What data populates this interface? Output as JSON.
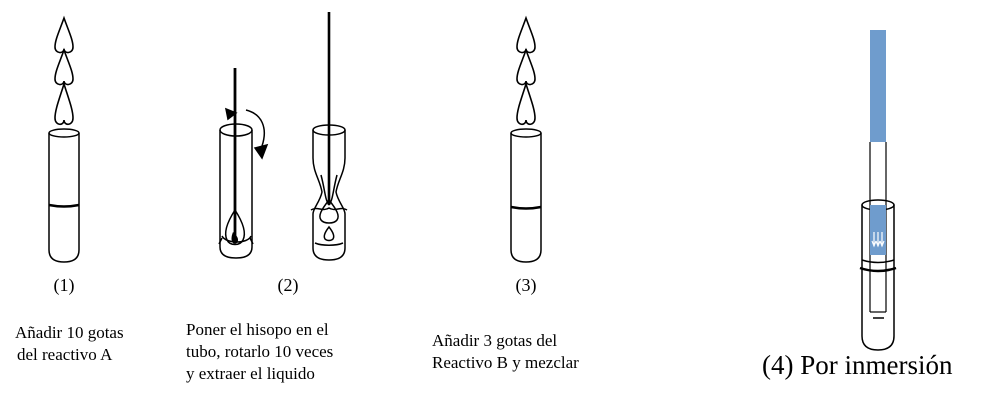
{
  "steps": [
    {
      "number": "(1)",
      "lines": [
        "Añadir 10 gotas",
        "del reactivo A"
      ]
    },
    {
      "number": "(2)",
      "lines": [
        "Poner el hisopo en el",
        "tubo, rotarlo 10 veces",
        "y extraer el liquido"
      ]
    },
    {
      "number": "(3)",
      "lines": [
        "Añadir 3 gotas del",
        "Reactivo B y mezclar"
      ]
    },
    {
      "caption": "(4) Por inmersión"
    }
  ],
  "colors": {
    "strip": "#6f9ccd",
    "ink": "#000000"
  }
}
